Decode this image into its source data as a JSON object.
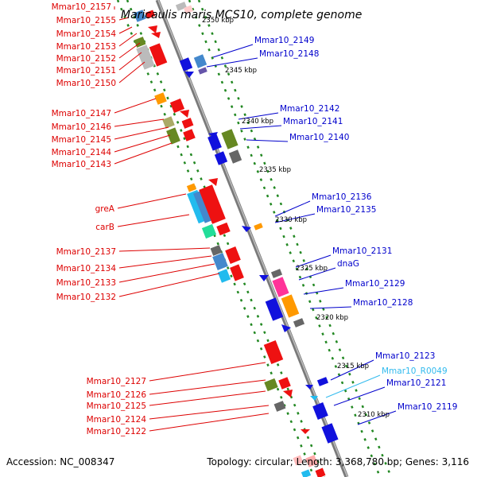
{
  "title": "Maricaulis maris MCS10, complete genome",
  "colors": {
    "left_labels": "#dd0000",
    "right_labels": "#0000cc",
    "rna_label": "#33bbee",
    "grid_dash": "#228822",
    "backbone": "#888888"
  },
  "scale_labels": [
    "2350 kbp",
    "2345 kbp",
    "2340 kbp",
    "2335 kbp",
    "2330 kbp",
    "2325 kbp",
    "2320 kbp",
    "2315 kbp",
    "2310 kbp"
  ],
  "left_genes": [
    "Mmar10_2157",
    "Mmar10_2155",
    "Mmar10_2154",
    "Mmar10_2153",
    "Mmar10_2152",
    "Mmar10_2151",
    "Mmar10_2150",
    "Mmar10_2147",
    "Mmar10_2146",
    "Mmar10_2145",
    "Mmar10_2144",
    "Mmar10_2143",
    "greA",
    "carB",
    "Mmar10_2137",
    "Mmar10_2134",
    "Mmar10_2133",
    "Mmar10_2132",
    "Mmar10_2127",
    "Mmar10_2126",
    "Mmar10_2125",
    "Mmar10_2124",
    "Mmar10_2122"
  ],
  "right_genes": [
    "Mmar10_2149",
    "Mmar10_2148",
    "Mmar10_2142",
    "Mmar10_2141",
    "Mmar10_2140",
    "Mmar10_2136",
    "Mmar10_2135",
    "Mmar10_2131",
    "dnaG",
    "Mmar10_2129",
    "Mmar10_2128",
    "Mmar10_2123",
    "Mmar10_R0049",
    "Mmar10_2121",
    "Mmar10_2119"
  ],
  "footer": {
    "accession": "Accession: NC_008347",
    "topology": "Topology: circular; Length: 3,368,780 bp; Genes: 3,116"
  }
}
